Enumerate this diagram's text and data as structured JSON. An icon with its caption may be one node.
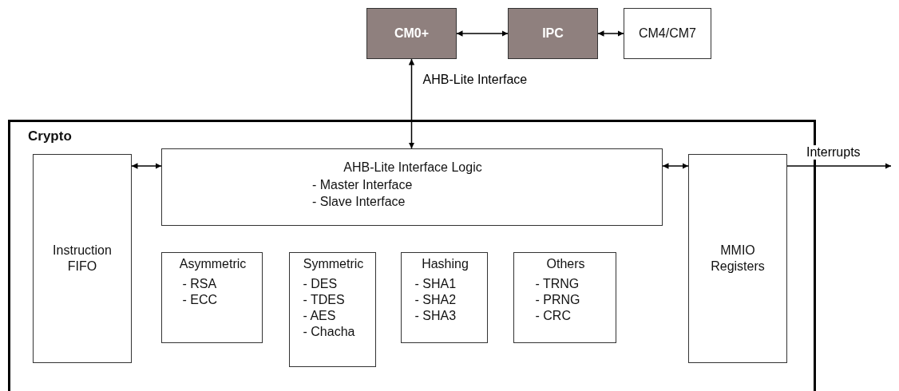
{
  "diagram": {
    "nodes": [
      {
        "text": [
          "CM0+"
        ]
      },
      {
        "text": [
          "IPC"
        ]
      },
      {
        "text": [
          "CM4/CM7"
        ]
      },
      {
        "text": [
          "Crypto"
        ]
      },
      {
        "text": [
          "AHB-Lite Interface Logic",
          "- Master Interface",
          "- Slave Interface"
        ],
        "in": 3
      },
      {
        "text": [
          "Instruction FIFO"
        ],
        "in": 3
      },
      {
        "text": [
          "MMIO Registers"
        ],
        "in": 3
      },
      {
        "text": [
          "Asymmetric",
          "- RSA",
          "- ECC"
        ],
        "in": 3
      },
      {
        "text": [
          "Symmetric",
          "- DES",
          "- TDES",
          "- AES",
          "- Chacha"
        ],
        "in": 3
      },
      {
        "text": [
          "Hashing",
          "- SHA1",
          "- SHA2",
          "- SHA3"
        ],
        "in": 3
      },
      {
        "text": [
          "Others",
          "- TRNG",
          "- PRNG",
          "- CRC"
        ],
        "in": 3
      }
    ],
    "edges": [
      {
        "from": 0,
        "to": 1,
        "arrow": "both"
      },
      {
        "from": 1,
        "to": 2,
        "arrow": "both"
      },
      {
        "from": 0,
        "to": 4,
        "arrow": "both",
        "label": "AHB-Lite Interface"
      },
      {
        "from": 5,
        "to": 4,
        "arrow": "both"
      },
      {
        "from": 4,
        "to": 6,
        "arrow": "both"
      },
      {
        "from": 6,
        "to": null,
        "arrow": "to",
        "label": "Interrupts"
      }
    ]
  }
}
